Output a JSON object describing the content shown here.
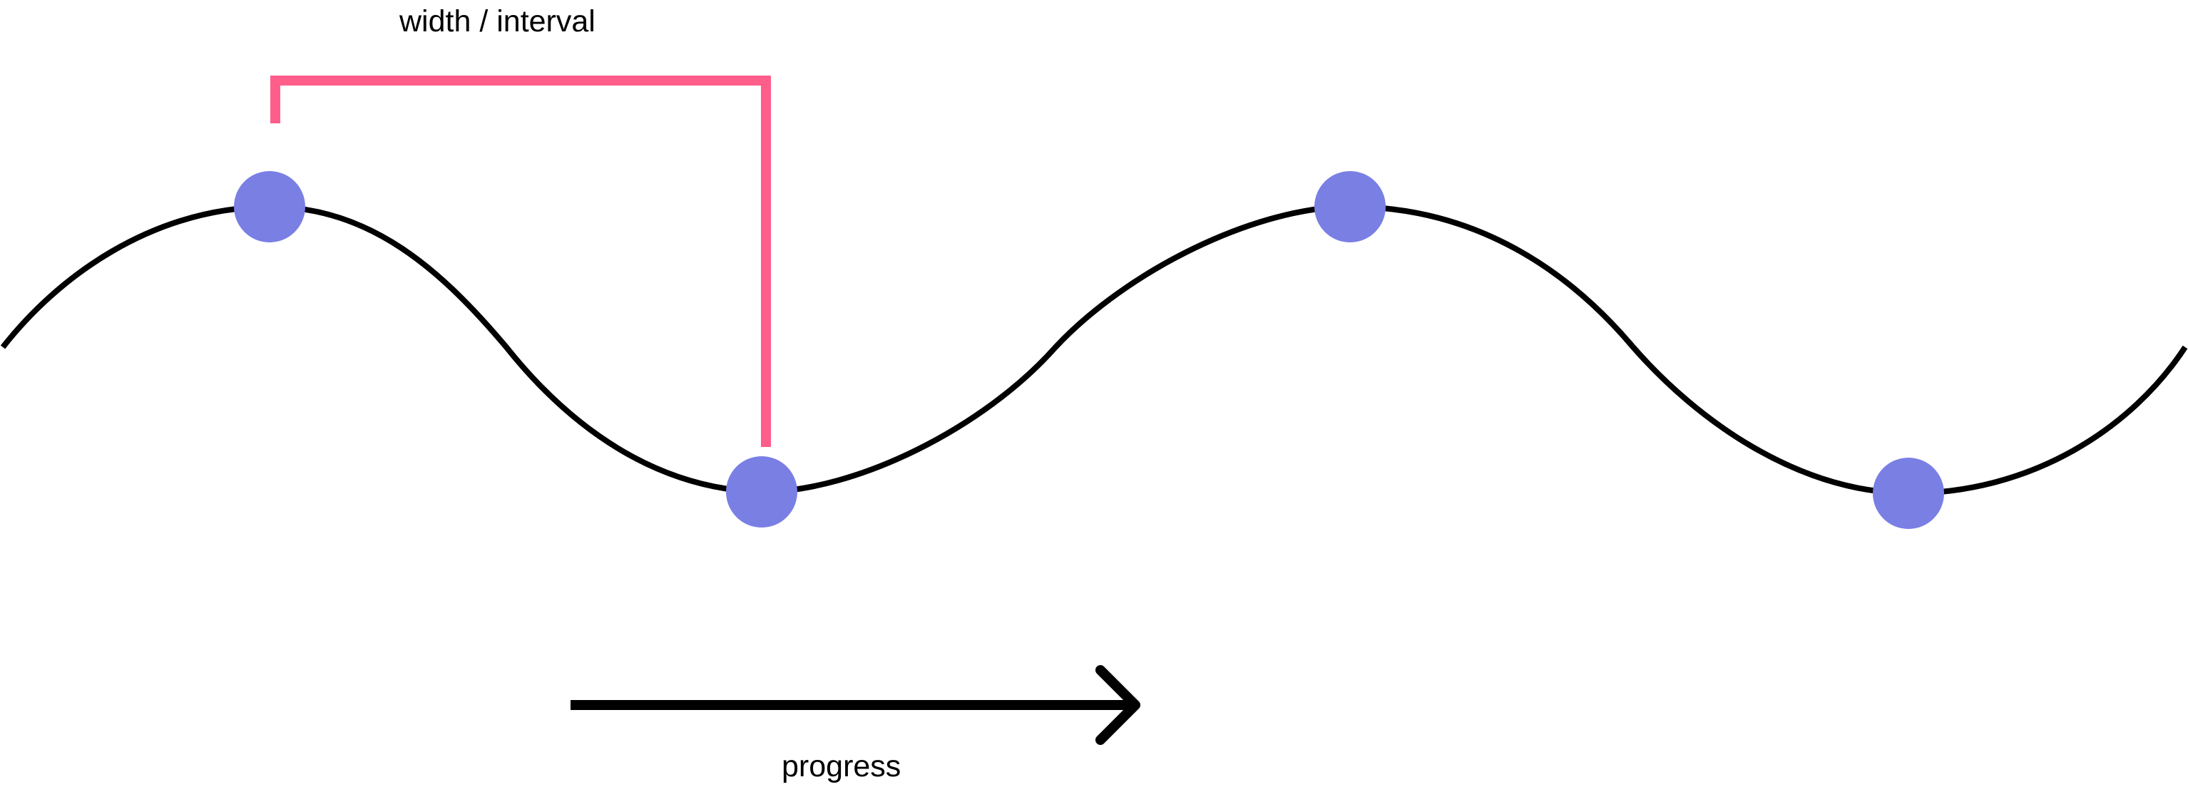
{
  "labels": {
    "interval": "width / interval",
    "progress": "progress"
  },
  "colors": {
    "background": "#ffffff",
    "wave_stroke": "#000000",
    "node_fill": "#7a7fe4",
    "bracket_stroke": "#ff5d8a",
    "arrow_stroke": "#000000"
  },
  "nodes": [
    {
      "position": "peak"
    },
    {
      "position": "trough"
    },
    {
      "position": "peak"
    },
    {
      "position": "trough"
    }
  ]
}
